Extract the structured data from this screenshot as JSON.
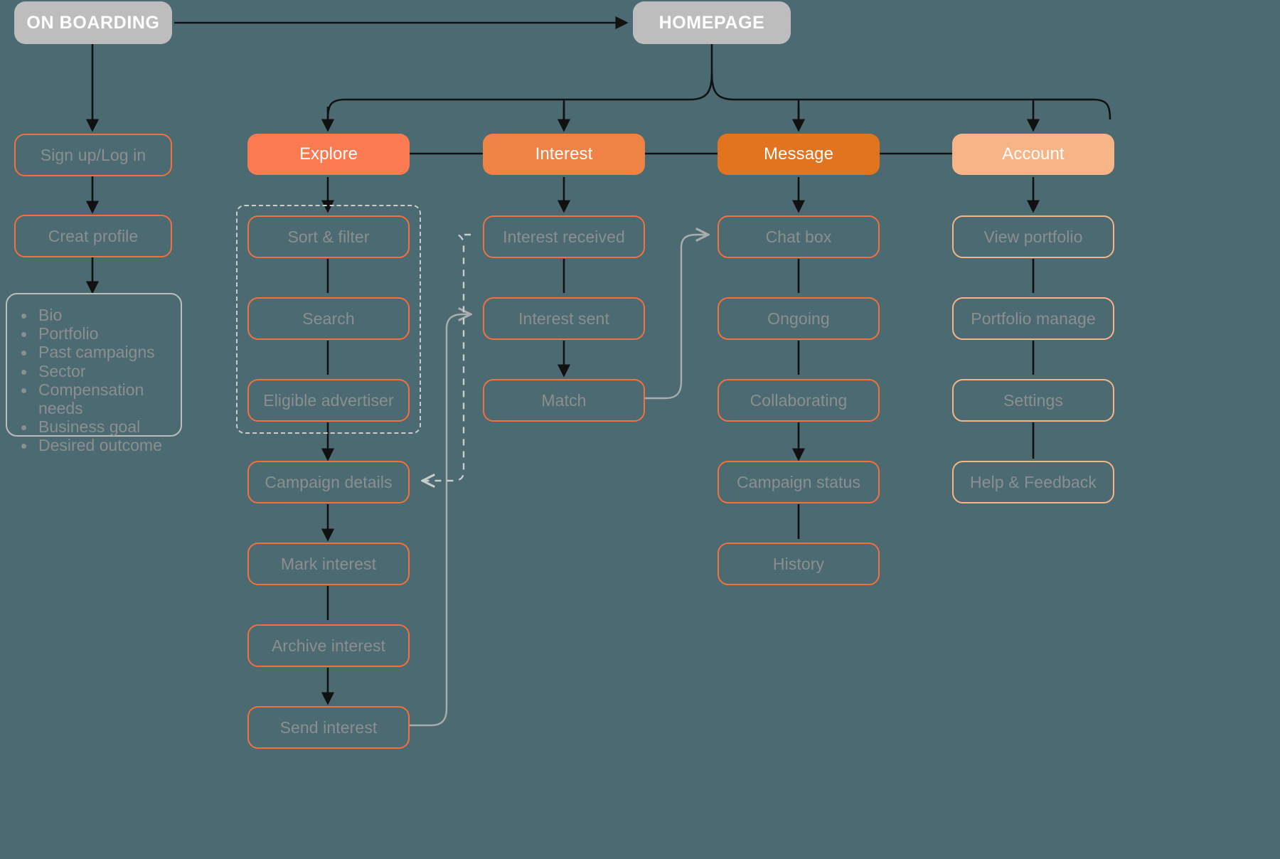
{
  "diagram": {
    "title": "App user flow sitemap",
    "background_color": "#4c6a72"
  },
  "roots": {
    "onboarding": "ON BOARDING",
    "homepage": "HOMEPAGE"
  },
  "onboarding_flow": {
    "signup": "Sign up/Log in",
    "create_profile": "Creat profile",
    "profile_fields": [
      "Bio",
      "Portfolio",
      "Past campaigns",
      "Sector",
      "Compensation needs",
      "Business goal",
      "Desired outcome"
    ]
  },
  "tabs": [
    {
      "id": "explore",
      "label": "Explore",
      "color": "#fa7a52"
    },
    {
      "id": "interest",
      "label": "Interest",
      "color": "#ef8345"
    },
    {
      "id": "message",
      "label": "Message",
      "color": "#e2731f"
    },
    {
      "id": "account",
      "label": "Account",
      "color": "#f7b587"
    }
  ],
  "explore_column": {
    "grouped": [
      "Sort & filter",
      "Search",
      "Eligible advertiser"
    ],
    "steps": [
      "Campaign details",
      "Mark interest",
      "Archive interest",
      "Send interest"
    ]
  },
  "interest_column": {
    "steps": [
      "Interest received",
      "Interest sent",
      "Match"
    ]
  },
  "message_column": {
    "steps": [
      "Chat box",
      "Ongoing",
      "Collaborating",
      "Campaign status",
      "History"
    ]
  },
  "account_column": {
    "steps": [
      "View portfolio",
      "Portfolio manage",
      "Settings",
      "Help & Feedback"
    ]
  },
  "colors": {
    "sub_border": "#f2713d",
    "soft_border": "#f7b587",
    "grey_border": "#bdbdbd",
    "label_text": "#8b8f90",
    "edge": "#111111",
    "soft_edge": "#a9adae",
    "dashed_edge": "#c9cdce"
  }
}
